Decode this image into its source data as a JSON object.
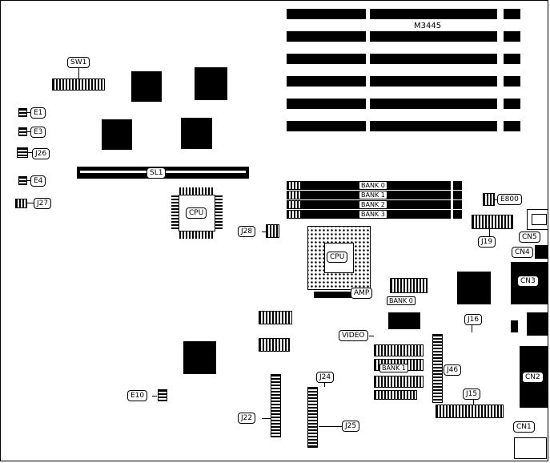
{
  "diagram": {
    "part_number": "M3445",
    "labels": {
      "sw1": "SW1",
      "e1": "E1",
      "e3": "E3",
      "j26": "J26",
      "e4": "E4",
      "j27": "J27",
      "sl1": "SL1",
      "cpu_qfp": "CPU",
      "j28": "J28",
      "cpu_pga": "CPU",
      "amp": "AMP",
      "mem_banks": [
        "BANK 0",
        "BANK 1",
        "BANK 2",
        "BANK 3"
      ],
      "e800": "E800",
      "j19": "J19",
      "cn5": "CN5",
      "cn4": "CN4",
      "cn3": "CN3",
      "bank0_chips": "BANK 0",
      "j16": "J16",
      "video": "VIDEO",
      "bank1_chips": "BANK 1",
      "j46": "J46",
      "j15": "J15",
      "cn2": "CN2",
      "e10": "E10",
      "j22": "J22",
      "j24": "J24",
      "j25": "J25",
      "cn1": "CN1"
    }
  }
}
